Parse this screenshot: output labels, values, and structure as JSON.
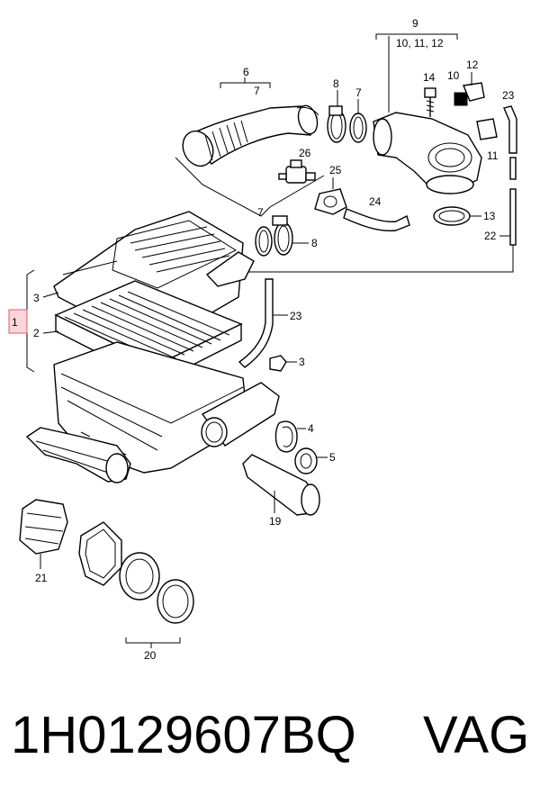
{
  "callouts": {
    "c1": "1",
    "c2": "2",
    "c3a": "3",
    "c3b": "3",
    "c4": "4",
    "c5": "5",
    "c6": "6",
    "c7a": "7",
    "c7b": "7",
    "c7c": "7",
    "c8a": "8",
    "c8b": "8",
    "c9": "9",
    "c9sub": "10,  11,  12",
    "c10": "10",
    "c11": "11",
    "c12": "12",
    "c13": "13",
    "c14": "14",
    "c19": "19",
    "c20": "20",
    "c21": "21",
    "c22": "22",
    "c23a": "23",
    "c23b": "23",
    "c24": "24",
    "c25": "25",
    "c26": "26"
  },
  "footer": {
    "part_number": "1H0129607BQ",
    "brand": "VAG"
  },
  "colors": {
    "line": "#000000",
    "highlight_fill": "#fbd5d8",
    "highlight_border": "#e05a66"
  }
}
